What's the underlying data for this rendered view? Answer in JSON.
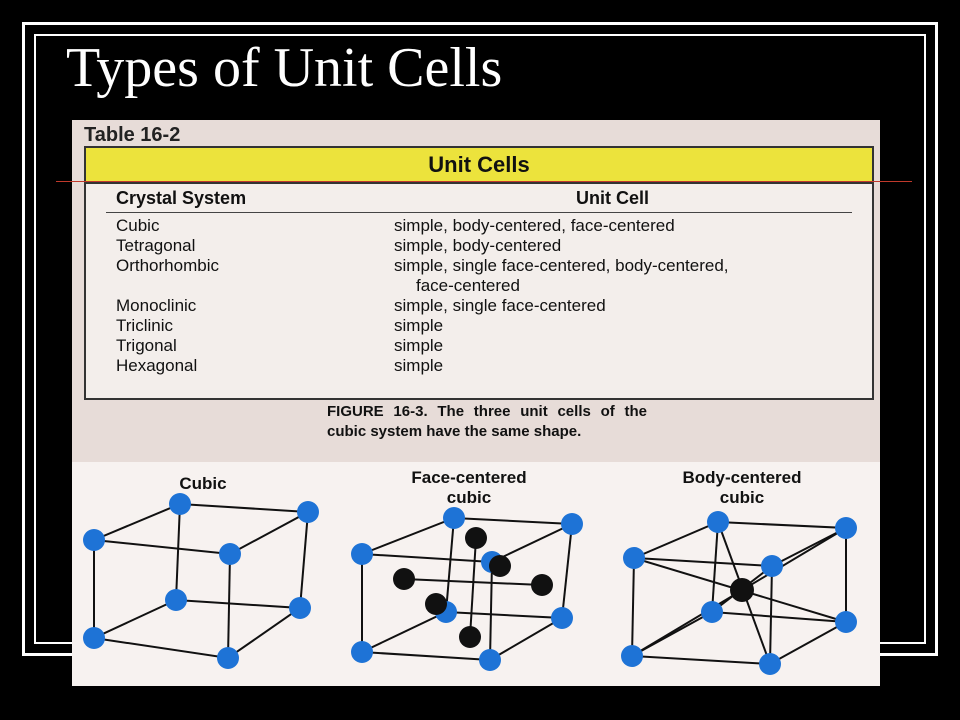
{
  "slide": {
    "title": "Types of Unit Cells"
  },
  "table": {
    "label": "Table 16-2",
    "header": "Unit Cells",
    "columns": [
      "Crystal System",
      "Unit Cell"
    ],
    "rows": [
      {
        "system": "Cubic",
        "cell": "simple, body-centered, face-centered"
      },
      {
        "system": "Tetragonal",
        "cell": "simple, body-centered"
      },
      {
        "system": "Orthorhombic",
        "cell": "simple, single face-centered, body-centered,",
        "cell2": "face-centered"
      },
      {
        "system": "Monoclinic",
        "cell": "simple, single face-centered"
      },
      {
        "system": "Triclinic",
        "cell": "simple"
      },
      {
        "system": "Trigonal",
        "cell": "simple"
      },
      {
        "system": "Hexagonal",
        "cell": "simple"
      }
    ]
  },
  "figure": {
    "caption": "FIGURE 16-3. The three unit cells of the cubic system have the same shape.",
    "panels": [
      {
        "title": "Cubic",
        "title2": ""
      },
      {
        "title": "Face-centered",
        "title2": "cubic"
      },
      {
        "title": "Body-centered",
        "title2": "cubic"
      }
    ],
    "colors": {
      "corner_atom": "#1e73d6",
      "center_atom": "#111111",
      "edge": "#111111"
    }
  }
}
